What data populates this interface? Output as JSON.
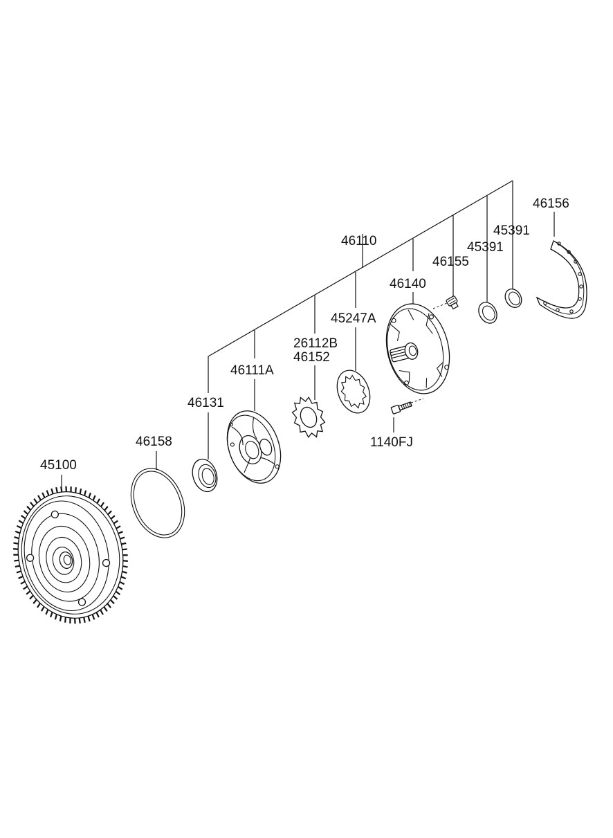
{
  "diagram": {
    "labels": {
      "p45100": "45100",
      "p46158": "46158",
      "p46131": "46131",
      "p46111A": "46111A",
      "p26112B": "26112B",
      "p46152": "46152",
      "p45247A": "45247A",
      "p46110": "46110",
      "p46140": "46140",
      "p46155": "46155",
      "p45391a": "45391",
      "p45391b": "45391",
      "p46156": "46156",
      "p1140FJ": "1140FJ"
    }
  }
}
